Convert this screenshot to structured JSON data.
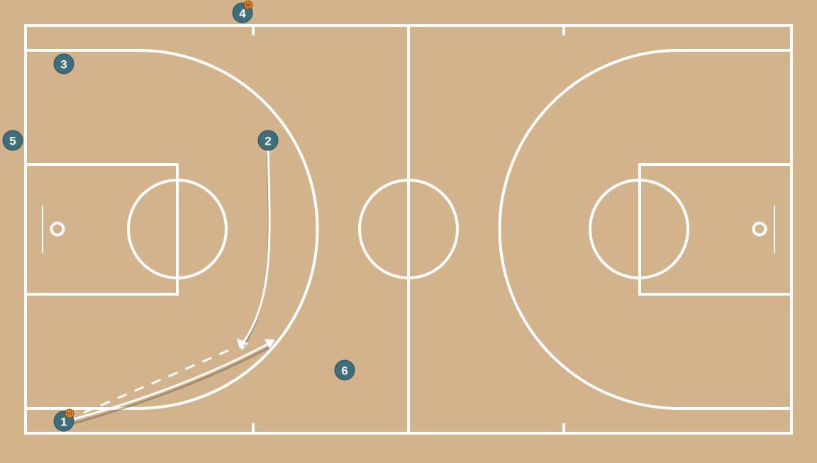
{
  "colors": {
    "floor": "#d3b38c",
    "lines": "#ffffff",
    "player": "#3d6e7b",
    "ball": "#f0922a"
  },
  "players": [
    {
      "id": "p1",
      "label": "1",
      "has_ball": true
    },
    {
      "id": "p2",
      "label": "2",
      "has_ball": false
    },
    {
      "id": "p3",
      "label": "3",
      "has_ball": false
    },
    {
      "id": "p4",
      "label": "4",
      "has_ball": true
    },
    {
      "id": "p5",
      "label": "5",
      "has_ball": false
    },
    {
      "id": "p6",
      "label": "6",
      "has_ball": false
    }
  ],
  "actions": [
    {
      "type": "dribble",
      "from": "1"
    },
    {
      "type": "pass",
      "from": "1"
    },
    {
      "type": "cut",
      "from": "2"
    }
  ]
}
